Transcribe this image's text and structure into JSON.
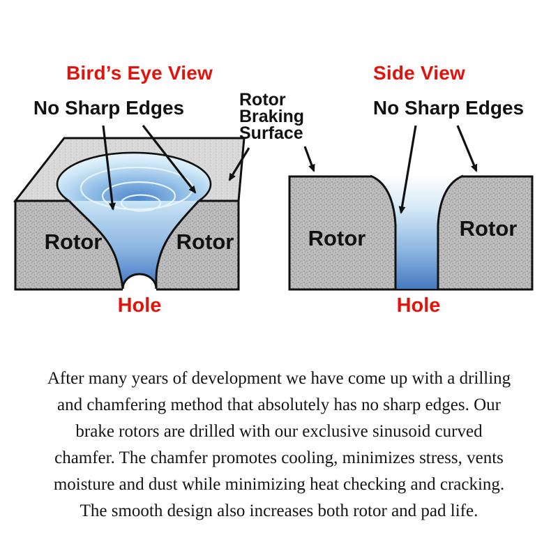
{
  "birds_eye": {
    "title": "Bird’s Eye View",
    "no_sharp_edges_label": "No Sharp Edges",
    "rotor_left": "Rotor",
    "rotor_right": "Rotor",
    "hole_label": "Hole"
  },
  "side_view": {
    "title": "Side View",
    "no_sharp_edges_label": "No Sharp Edges",
    "rotor_left": "Rotor",
    "rotor_right": "Rotor",
    "hole_label": "Hole"
  },
  "center_label": {
    "line1": "Rotor",
    "line2": "Braking",
    "line3": "Surface"
  },
  "paragraph": {
    "lines": [
      "After many years of development we have come up with a drilling",
      "and chamfering method that absolutely has no sharp edges.  Our",
      "brake rotors are drilled with our exclusive sinusoid curved",
      "chamfer. The chamfer promotes cooling, minimizes stress, vents",
      "moisture and dust while minimizing heat checking and cracking.",
      "The smooth design also increases both rotor and pad life."
    ]
  },
  "colors": {
    "heading_red": "#e2130c",
    "label_black": "#111111",
    "rotor_gray_top": "#d8d9d8",
    "rotor_gray_face": "#bcbdbc",
    "chamfer_blue_deep": "#4679bf",
    "chamfer_blue_light": "#eaf5fc",
    "background": "#ffffff"
  }
}
